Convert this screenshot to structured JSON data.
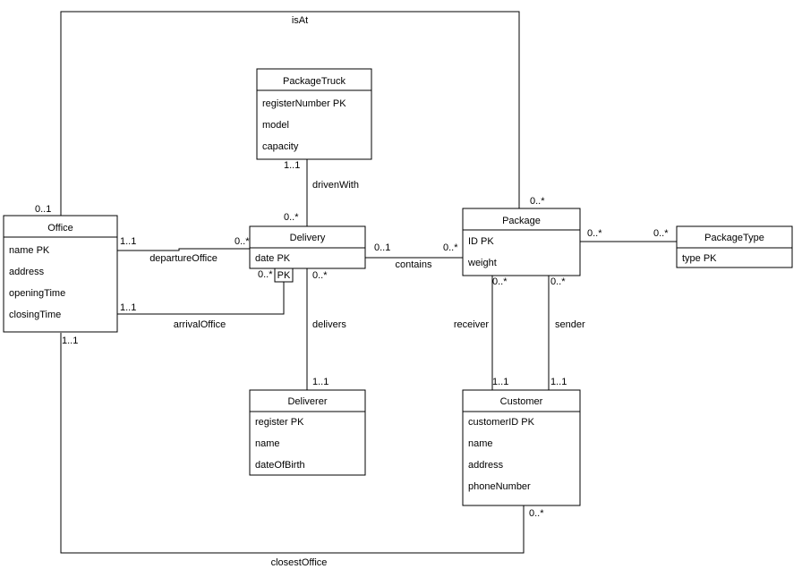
{
  "entities": {
    "office": {
      "title": "Office",
      "attributes": [
        "name PK",
        "address",
        "openingTime",
        "closingTime"
      ]
    },
    "packagetruck": {
      "title": "PackageTruck",
      "attributes": [
        "registerNumber PK",
        "model",
        "capacity"
      ]
    },
    "delivery": {
      "title": "Delivery",
      "attributes": [
        "date PK"
      ]
    },
    "package": {
      "title": "Package",
      "attributes": [
        "ID PK",
        "weight"
      ]
    },
    "packagetype": {
      "title": "PackageType",
      "attributes": [
        "type PK"
      ]
    },
    "deliverer": {
      "title": "Deliverer",
      "attributes": [
        "register PK",
        "name",
        "dateOfBirth"
      ]
    },
    "customer": {
      "title": "Customer",
      "attributes": [
        "customerID PK",
        "name",
        "address",
        "phoneNumber"
      ]
    }
  },
  "relationships": {
    "isAt": {
      "label": "isAt",
      "source_card": "0..1",
      "target_card": "0..*"
    },
    "drivenWith": {
      "label": "drivenWith",
      "source_card": "1..1",
      "target_card": "0..*"
    },
    "departureOffice": {
      "label": "departureOffice",
      "source_card": "1..1",
      "target_card": "0..*"
    },
    "arrivalOffice": {
      "label": "arrivalOffice",
      "source_card": "1..1",
      "target_card": "0..*",
      "qualifier": "PK"
    },
    "contains": {
      "label": "contains",
      "source_card": "0..1",
      "target_card": "0..*"
    },
    "packageType": {
      "source_card": "0..*",
      "target_card": "0..*"
    },
    "delivers": {
      "label": "delivers",
      "source_card": "0..*",
      "target_card": "1..1"
    },
    "receiver": {
      "label": "receiver",
      "source_card": "0..*",
      "target_card": "1..1"
    },
    "sender": {
      "label": "sender",
      "source_card": "0..*",
      "target_card": "1..1"
    },
    "office_link": {
      "source_card": "1..1"
    },
    "closestOffice": {
      "label": "closestOffice",
      "target_card": "0..*"
    }
  }
}
